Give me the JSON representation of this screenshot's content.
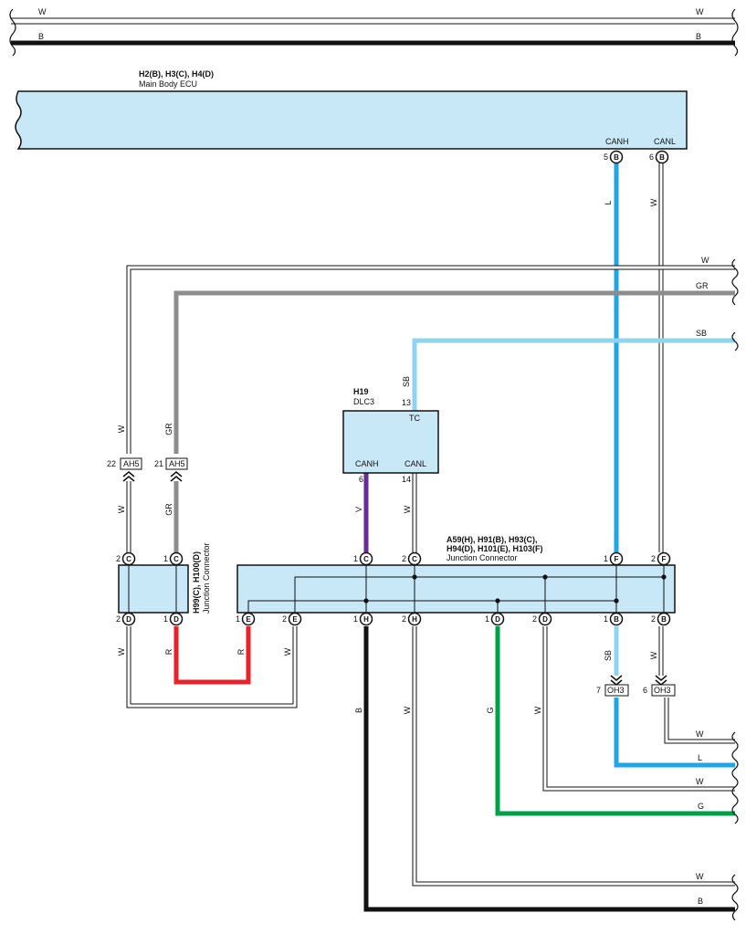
{
  "colors": {
    "box_fill": "#c8e8f8",
    "L": "#1fa6e6",
    "SB": "#8fd3f2",
    "GR": "#8c8c8c",
    "R": "#e8212a",
    "G": "#00a04a",
    "V": "#6a2a95",
    "B": "#111111",
    "W": "#ffffff"
  },
  "top_bus": {
    "w_label": "W",
    "b_label": "B"
  },
  "ecu": {
    "title": "H2(B), H3(C), H4(D)",
    "name": "Main Body ECU",
    "canh": "CANH",
    "canl": "CANL",
    "canh_pin": "5",
    "canh_letter": "B",
    "canl_pin": "6",
    "canl_letter": "B"
  },
  "dlc3": {
    "title": "H19",
    "name": "DLC3",
    "tc": "TC",
    "tc_pin": "13",
    "canh": "CANH",
    "canl": "CANL",
    "canh_pin": "6",
    "canl_pin": "14"
  },
  "jc_small": {
    "title": "H99(C), H100(D)",
    "name": "Junction Connector"
  },
  "jc_big": {
    "title1": "A59(H), H91(B), H93(C),",
    "title2": "H94(D), H101(E), H103(F)",
    "name": "Junction Connector"
  },
  "connectors": {
    "ah5": "AH5",
    "ah5_pin_a": "22",
    "ah5_pin_b": "21",
    "oh3": "OH3",
    "oh3_pin_a": "7",
    "oh3_pin_b": "6"
  },
  "wire_labels": {
    "W": "W",
    "GR": "GR",
    "SB": "SB",
    "L": "L",
    "V": "V",
    "R": "R",
    "B": "B",
    "G": "G"
  },
  "pins": {
    "one": "1",
    "two": "2",
    "C": "C",
    "D": "D",
    "E": "E",
    "H": "H",
    "B": "B",
    "F": "F"
  }
}
